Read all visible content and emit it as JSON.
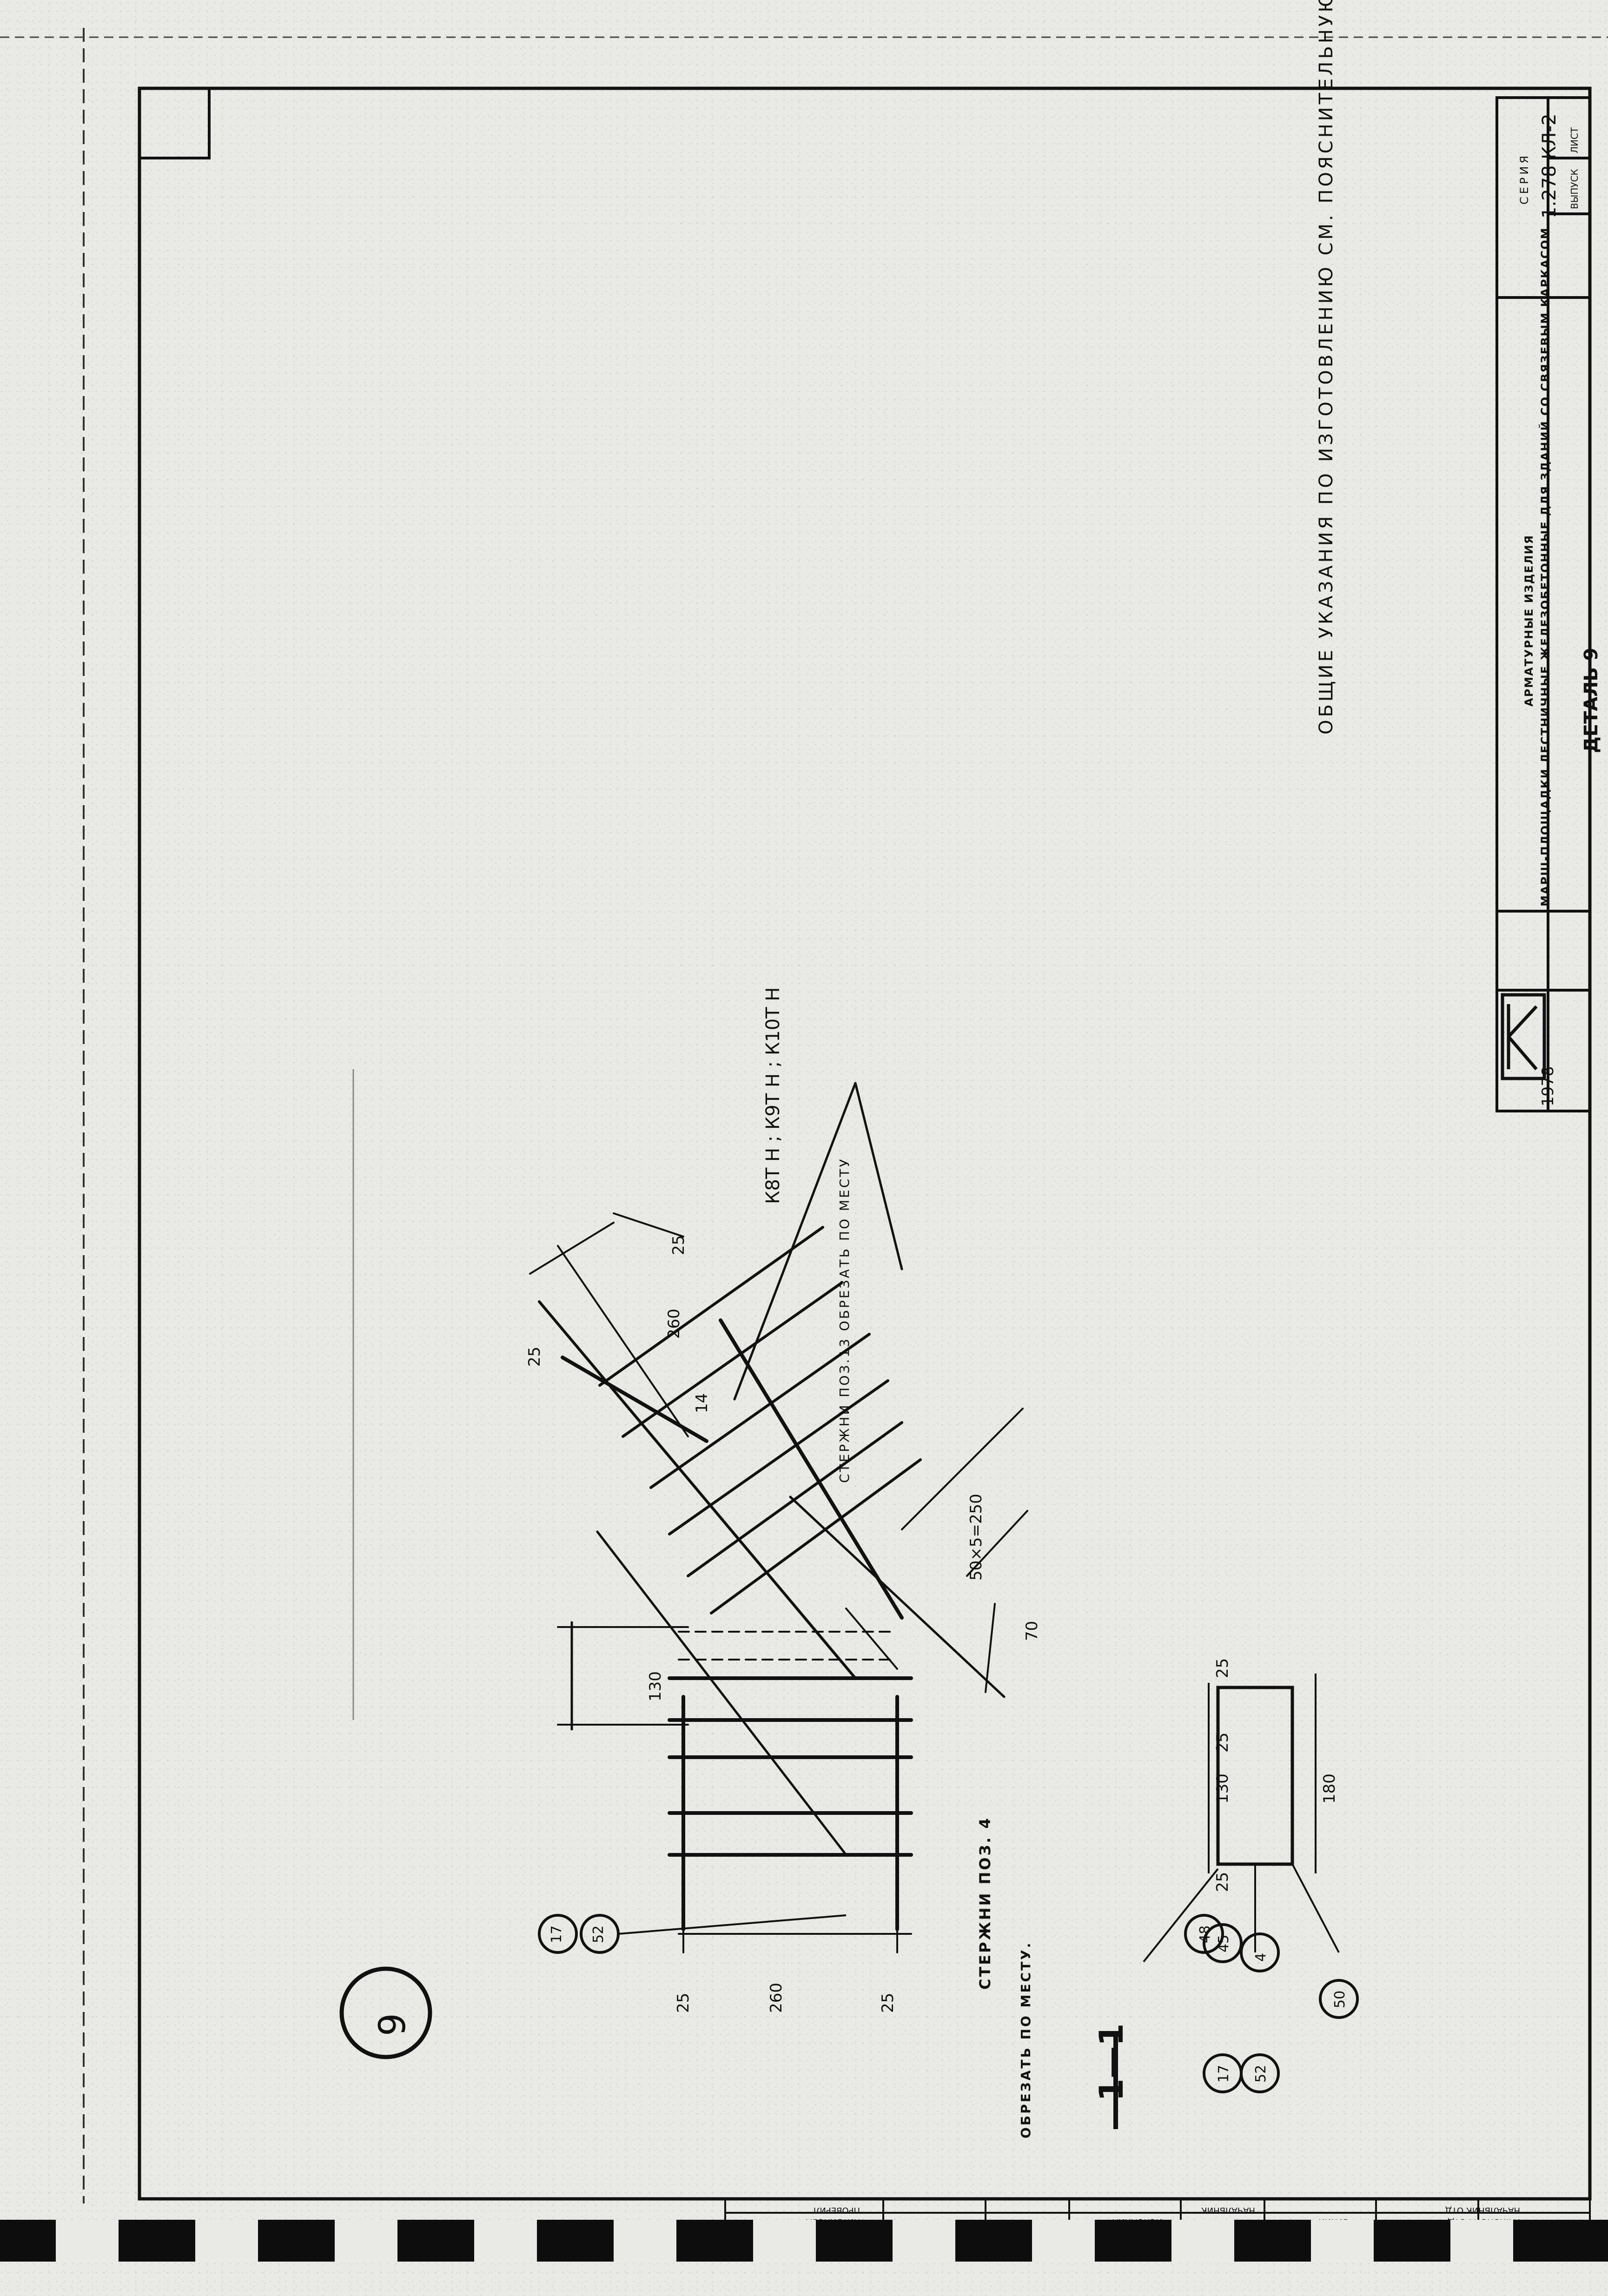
{
  "sheet": {
    "general_note": "ОБЩИЕ УКАЗАНИЯ ПО ИЗГОТОВЛЕНИЮ СМ. ПОЯСНИТЕЛЬНУЮ ЗАПИСКУ",
    "detail_number": "9",
    "section_label": "1—1",
    "frame_marks": "К8Т Н ; К9Т Н ; К10Т Н",
    "note_cut_13": "СТЕРЖНИ ПОЗ.13 ОБРЕЗАТЬ ПО МЕСТУ",
    "note_cut_4_line1": "СТЕРЖНИ ПОЗ. 4",
    "note_cut_4_line2": "ОБРЕЗАТЬ ПО МЕСТУ.",
    "position_marks": [
      "17",
      "52",
      "4",
      "45",
      "48",
      "50",
      "17",
      "52"
    ],
    "dimensions": {
      "d25a": "25",
      "d260a": "260",
      "d25b": "25",
      "d130": "130",
      "d14": "14",
      "d70": "70",
      "d5050": "50×5=250",
      "d25c": "25",
      "d260b": "260",
      "d25d": "25",
      "d25e": "25",
      "d25f": "25",
      "d130b": "130",
      "d180": "180",
      "d25g": "25"
    }
  },
  "title_block": {
    "logo": "КП",
    "title_line1": "МАРШ-ПЛОЩАДКИ ЛЕСТНИЧНЫЕ ЖЕЛЕЗОБЕТОННЫЕ ДЛЯ ЗДАНИЙ СО СВЯЗЕВЫМ КАРКАСОМ",
    "title_line2": "АРМАТУРНЫЕ ИЗДЕЛИЯ",
    "drawing_name": "ДЕТАЛЬ 9",
    "year": "1978",
    "series_label": "СЕРИЯ",
    "series_value": "1.278 КЛ-2",
    "issue_label": "ВЫПУСК",
    "sheet_label": "ЛИСТ"
  },
  "side_stamp": [
    "ГЛ.КОНСТР. ОТД",
    "НАЧАЛЬНИК ОТД",
    "БУНИН",
    "НАЧАЛЬНИК",
    "ИСПОЛНИЛ",
    "ЛИТВИНОВА",
    "ПРОВЕРИЛ"
  ]
}
